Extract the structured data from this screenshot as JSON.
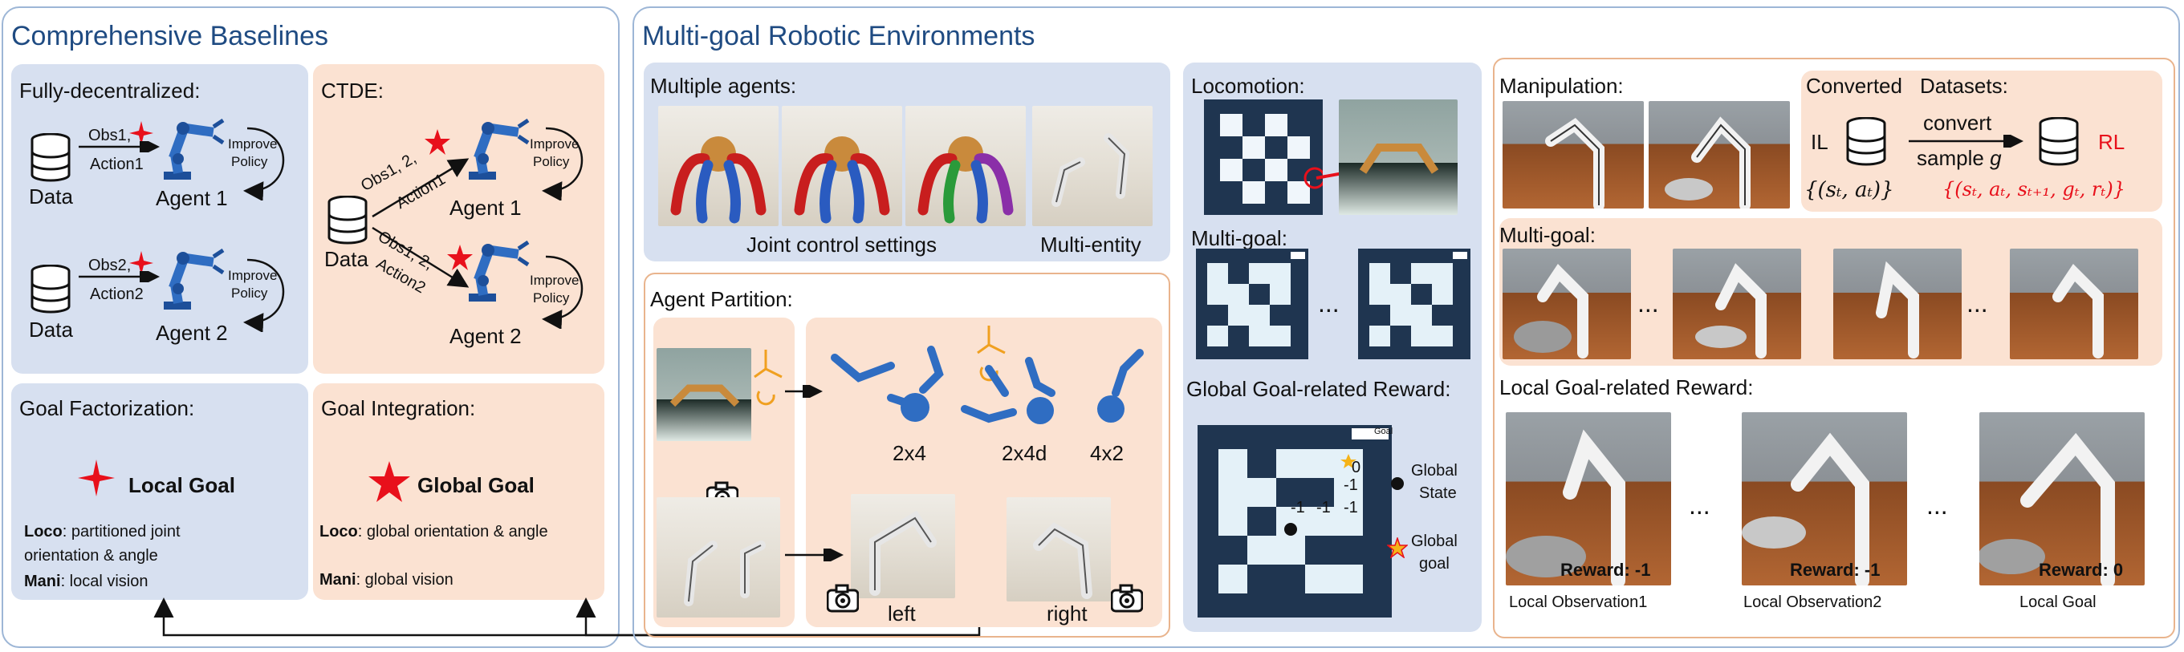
{
  "baselines": {
    "title": "Comprehensive Baselines",
    "fully_decentralized": {
      "title": "Fully-decentralized:",
      "data_label_1": "Data",
      "data_label_2": "Data",
      "obs1": "Obs1,",
      "action1": "Action1",
      "obs2": "Obs2,",
      "action2": "Action2",
      "improve": "Improve",
      "policy": "Policy",
      "agent1": "Agent 1",
      "agent2": "Agent 2"
    },
    "ctde": {
      "title": "CTDE:",
      "data_label": "Data",
      "obs12_a": "Obs1, 2,",
      "action1": "Action1",
      "obs12_b": "Obs1, 2,",
      "action2": "Action2",
      "improve": "Improve",
      "policy": "Policy",
      "agent1": "Agent 1",
      "agent2": "Agent 2"
    },
    "goal_factorization": {
      "title": "Goal Factorization:",
      "goal": "Local Goal",
      "loco_key": "Loco",
      "loco_text": ": partitioned joint",
      "loco_text2": "orientation & angle",
      "mani_key": "Mani",
      "mani_text": ": local vision"
    },
    "goal_integration": {
      "title": "Goal Integration:",
      "goal": "Global Goal",
      "loco_key": "Loco",
      "loco_text": ": global orientation & angle",
      "mani_key": "Mani",
      "mani_text": ": global vision"
    }
  },
  "environments": {
    "title": "Multi-goal Robotic Environments",
    "multiple_agents": {
      "title": "Multiple agents:",
      "caption_joint": "Joint control settings",
      "caption_entity": "Multi-entity"
    },
    "agent_partition": {
      "title": "Agent Partition:",
      "labels": [
        "2x4",
        "2x4d",
        "4x2"
      ],
      "left": "left",
      "right": "right"
    },
    "locomotion": {
      "title": "Locomotion:",
      "multigoal": "Multi-goal:",
      "ellipsis": "...",
      "reward_title": "Global Goal-related Reward:",
      "reward_values": [
        "0",
        "-1",
        "-1",
        "-1",
        "-1"
      ],
      "state_label_1": "Global",
      "state_label_2": "State",
      "goal_label_1": "Global",
      "goal_label_2": "goal",
      "goal_badge": "Goal"
    },
    "manipulation": {
      "title": "Manipulation:",
      "converted": "Converted",
      "datasets": "Datasets:",
      "il": "IL",
      "convert": "convert",
      "sample": "sample",
      "g": "g",
      "rl": "RL",
      "il_set": "{(sₜ, aₜ)}",
      "rl_set": "{(sₜ, aₜ, sₜ₊₁, gₜ, rₜ)}",
      "multigoal": "Multi-goal:",
      "ellipsis": "...",
      "local_reward_title": "Local Goal-related Reward:",
      "observations": [
        {
          "reward": "Reward: -1",
          "caption": "Local Observation1"
        },
        {
          "reward": "Reward: -1",
          "caption": "Local Observation2"
        },
        {
          "reward": "Reward: 0",
          "caption": "Local Goal"
        }
      ]
    }
  },
  "colors": {
    "title_blue": "#1f4b82",
    "panel_blue": "#d7e0f0",
    "panel_peach": "#fbe2d2",
    "star_red": "#e8101b",
    "robot_blue": "#2f6dc2"
  }
}
